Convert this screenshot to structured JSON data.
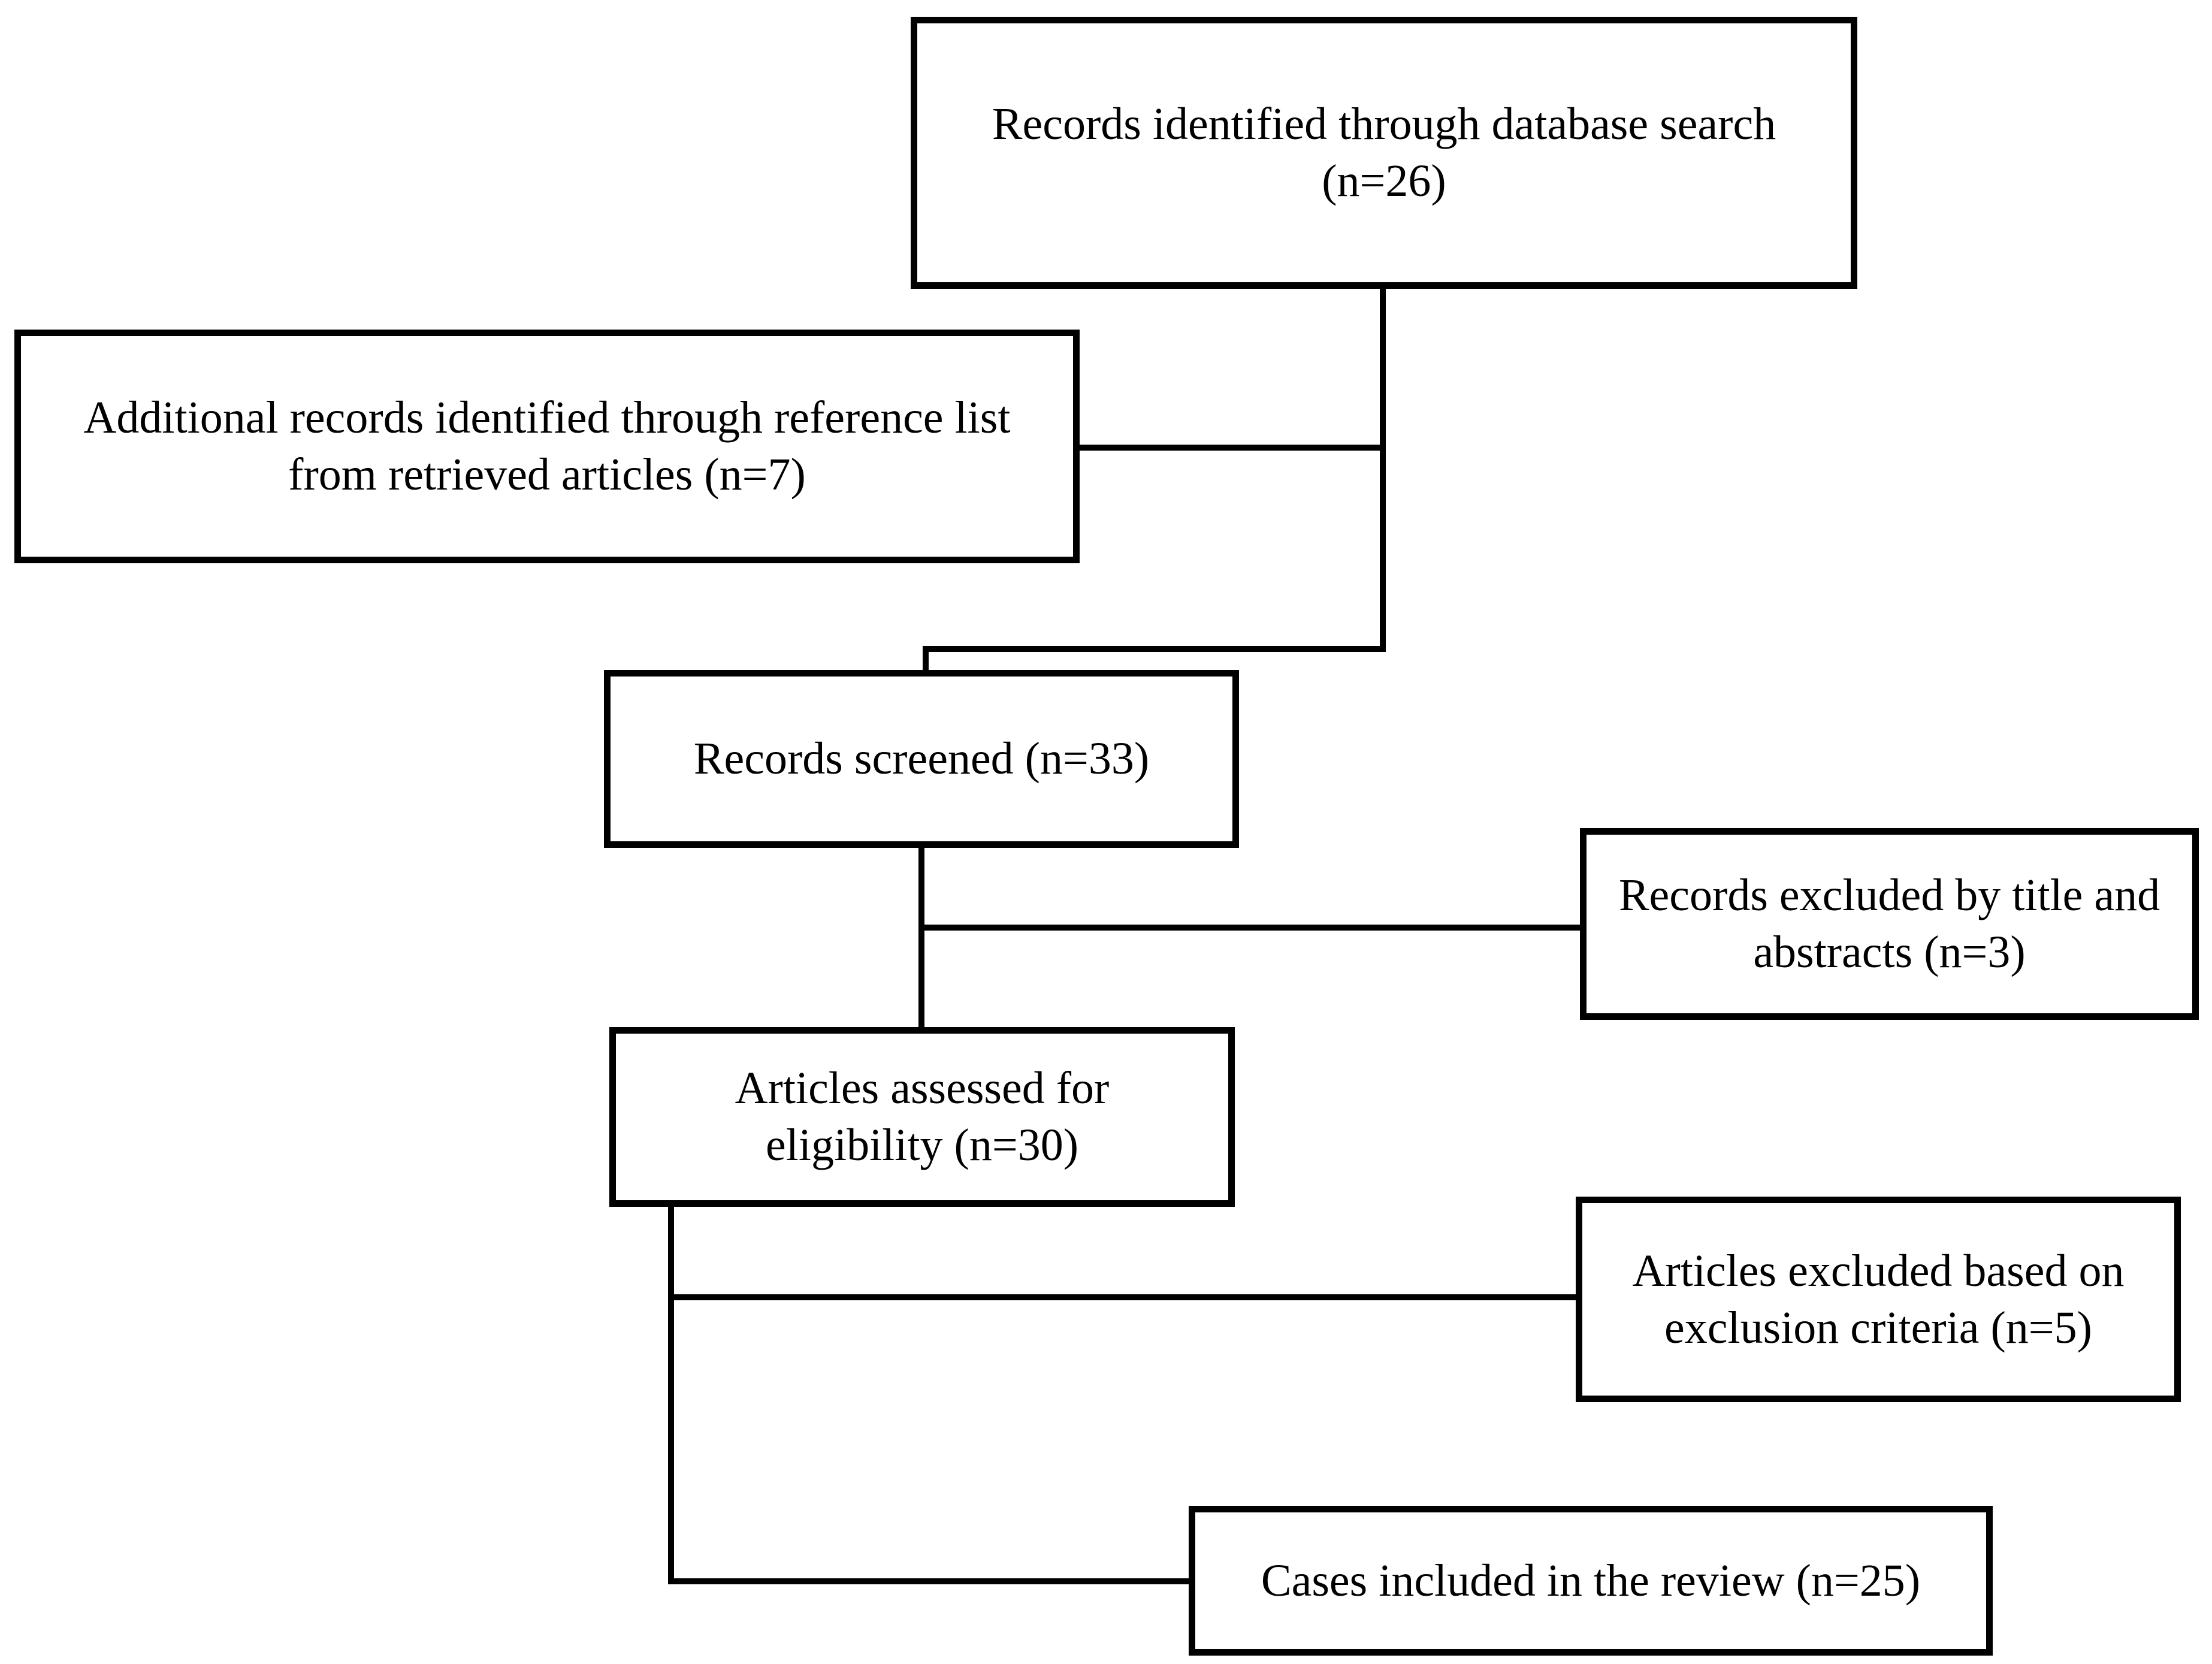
{
  "flowchart": {
    "colors": {
      "background": "#ffffff",
      "box_fill": "#ffffff",
      "box_border": "#000000",
      "text": "#000000",
      "connector": "#000000"
    },
    "boxes": [
      {
        "id": "records-identified",
        "n": 26,
        "lines": [
          "Records identified through database search",
          "(n=26)"
        ]
      },
      {
        "id": "additional-records",
        "n": 7,
        "lines": [
          "Additional records identified through reference list",
          "from retrieved articles (n=7)"
        ]
      },
      {
        "id": "records-screened",
        "n": 33,
        "lines": [
          "Records screened (n=33)"
        ]
      },
      {
        "id": "records-excluded-title-abstracts",
        "n": 3,
        "lines": [
          "Records excluded by title and",
          "abstracts (n=3)"
        ]
      },
      {
        "id": "articles-assessed",
        "n": 30,
        "lines": [
          "Articles assessed for",
          "eligibility (n=30)"
        ]
      },
      {
        "id": "articles-excluded-criteria",
        "n": 5,
        "lines": [
          "Articles excluded based on",
          "exclusion criteria (n=5)"
        ]
      },
      {
        "id": "cases-included",
        "n": 25,
        "lines": [
          "Cases included in the review (n=25)"
        ]
      }
    ],
    "edges": [
      {
        "from": "records-identified",
        "to": "records-screened"
      },
      {
        "from": "additional-records",
        "to": "records-screened"
      },
      {
        "from": "records-screened",
        "to": "records-excluded-title-abstracts"
      },
      {
        "from": "records-screened",
        "to": "articles-assessed"
      },
      {
        "from": "articles-assessed",
        "to": "articles-excluded-criteria"
      },
      {
        "from": "articles-assessed",
        "to": "cases-included"
      }
    ]
  }
}
